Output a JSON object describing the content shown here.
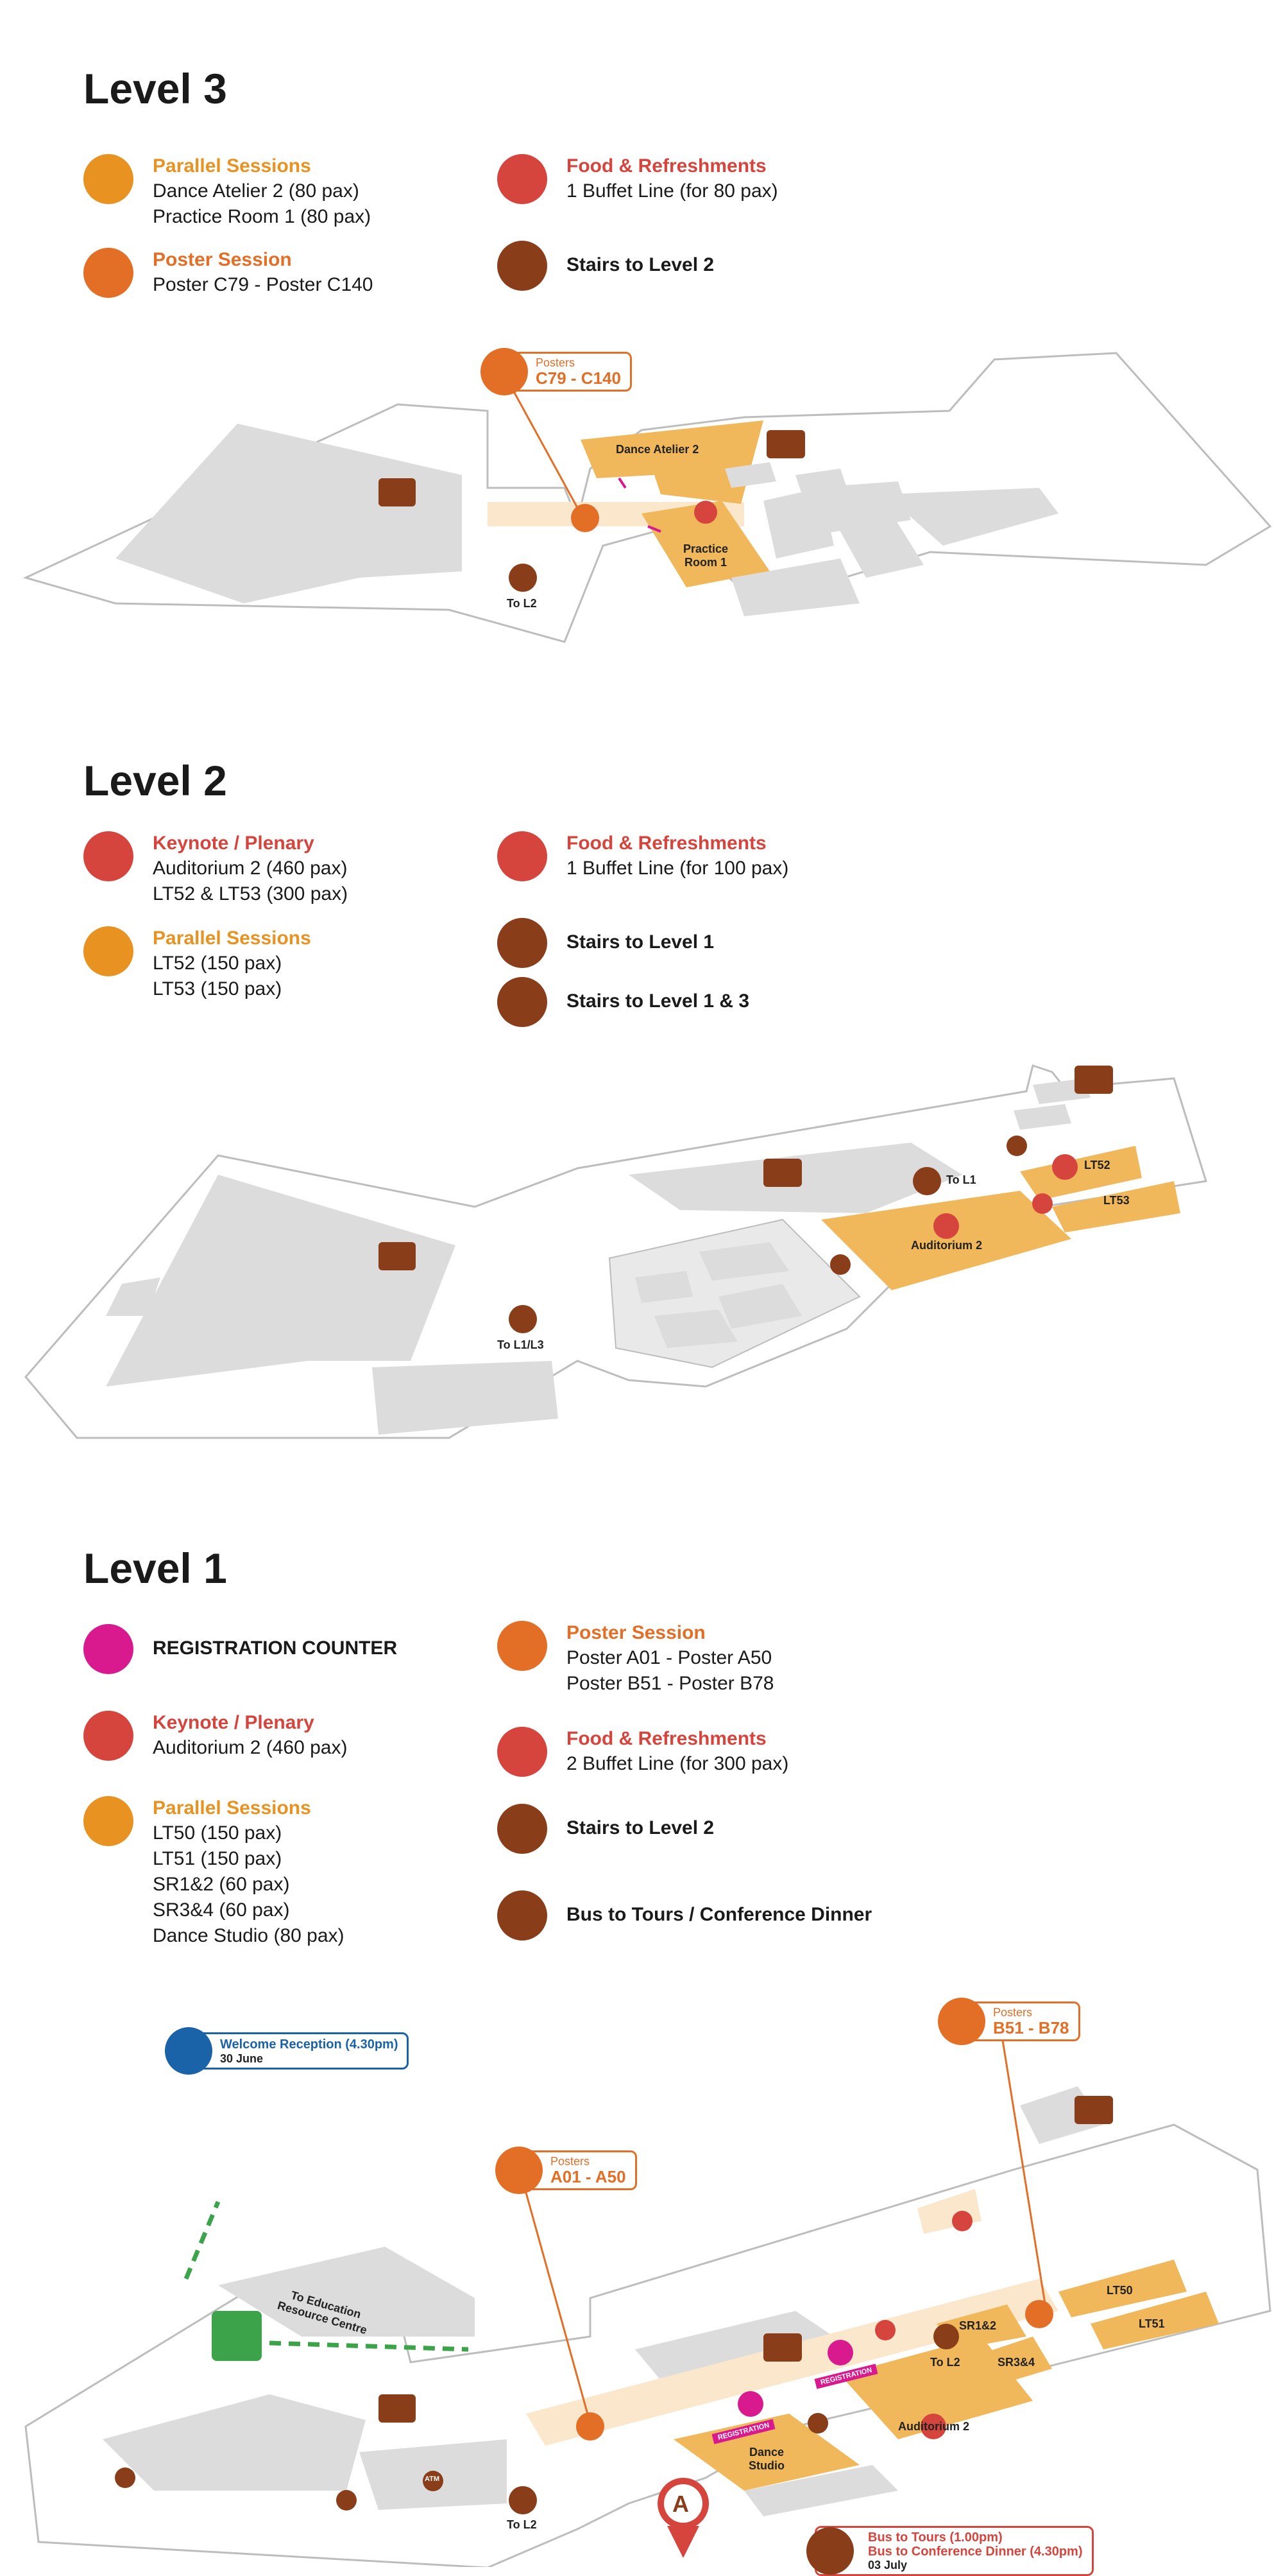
{
  "colors": {
    "orange": "#e36f27",
    "gold": "#e89321",
    "red": "#d6453d",
    "brown": "#8a3d19",
    "pink": "#d91a8e",
    "blue": "#1a63a8",
    "green": "#3ca34a",
    "room": "#f0b85a",
    "building": "#dcdcdc"
  },
  "level3": {
    "title": "Level 3",
    "parallel": {
      "head": "Parallel Sessions",
      "lines": [
        "Dance Atelier 2 (80 pax)",
        "Practice Room 1 (80 pax)"
      ]
    },
    "poster": {
      "head": "Poster Session",
      "lines": [
        "Poster C79 - Poster C140"
      ]
    },
    "food": {
      "head": "Food & Refreshments",
      "lines": [
        "1 Buffet Line (for 80 pax)"
      ]
    },
    "stairs": "Stairs to Level 2",
    "map": {
      "posters_small": "Posters",
      "posters_big": "C79 - C140",
      "dance_atelier": "Dance Atelier 2",
      "practice_room": "Practice Room 1",
      "to_l2": "To L2"
    }
  },
  "level2": {
    "title": "Level 2",
    "keynote": {
      "head": "Keynote / Plenary",
      "lines": [
        "Auditorium 2 (460 pax)",
        "LT52 & LT53 (300 pax)"
      ]
    },
    "parallel": {
      "head": "Parallel Sessions",
      "lines": [
        "LT52 (150 pax)",
        "LT53 (150 pax)"
      ]
    },
    "food": {
      "head": "Food & Refreshments",
      "lines": [
        "1 Buffet Line (for 100 pax)"
      ]
    },
    "stairs1": "Stairs to Level 1",
    "stairs2": "Stairs to Level 1 & 3",
    "map": {
      "lt52": "LT52",
      "lt53": "LT53",
      "auditorium": "Auditorium 2",
      "to_l1": "To L1",
      "to_l1l3": "To L1/L3"
    }
  },
  "level1": {
    "title": "Level 1",
    "registration": "REGISTRATION COUNTER",
    "keynote": {
      "head": "Keynote / Plenary",
      "lines": [
        "Auditorium 2 (460 pax)"
      ]
    },
    "parallel": {
      "head": "Parallel Sessions",
      "lines": [
        "LT50 (150 pax)",
        "LT51 (150 pax)",
        "SR1&2 (60 pax)",
        "SR3&4 (60 pax)",
        "Dance Studio (80 pax)"
      ]
    },
    "poster": {
      "head": "Poster Session",
      "lines": [
        "Poster A01 - Poster A50",
        "Poster B51 - Poster B78"
      ]
    },
    "food": {
      "head": "Food & Refreshments",
      "lines": [
        "2 Buffet Line (for 300 pax)"
      ]
    },
    "stairs": "Stairs to Level 2",
    "bus": "Bus to Tours / Conference Dinner",
    "map": {
      "welcome_big": "Welcome Reception (4.30pm)",
      "welcome_small": "30 June",
      "to_erc": "To Education Resource Centre",
      "posters_a_small": "Posters",
      "posters_a_big": "A01 - A50",
      "posters_b_small": "Posters",
      "posters_b_big": "B51 - B78",
      "lt50": "LT50",
      "lt51": "LT51",
      "sr12": "SR1&2",
      "sr34": "SR3&4",
      "to_l2_a": "To L2",
      "to_l2_b": "To L2",
      "auditorium": "Auditorium 2",
      "dance_studio": "Dance Studio",
      "registration_tag": "REGISTRATION",
      "atm": "ATM",
      "marker": "A",
      "bus_line1": "Bus to Tours (1.00pm)",
      "bus_line2": "Bus to Conference Dinner (4.30pm)",
      "bus_date": "03 July"
    }
  }
}
